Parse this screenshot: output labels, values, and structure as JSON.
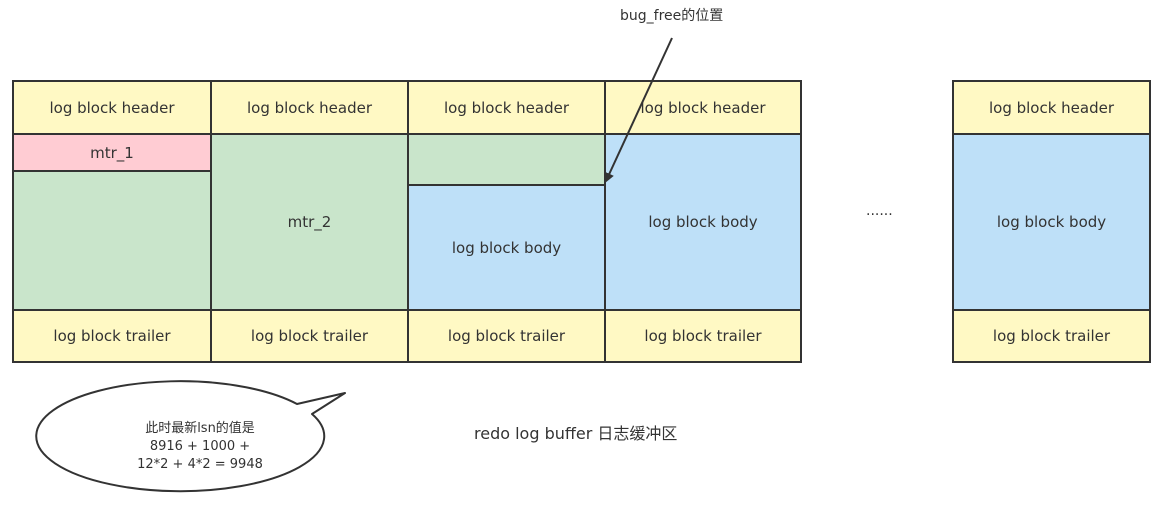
{
  "blocks": {
    "header": "log block header",
    "body": "log block body",
    "trailer": "log block trailer"
  },
  "mtr_1": "mtr_1",
  "mtr_2": "mtr_2",
  "ellipsis": "......",
  "bug_free_label": "bug_free的位置",
  "buffer_label": "redo log buffer 日志缓冲区",
  "bubble": {
    "line1": "此时最新lsn的值是",
    "line2": "8916 + 1000 +",
    "line3": "12*2 + 4*2 = 9948"
  },
  "colors": {
    "header": "#fff9c4",
    "mtr_1": "#ffccd3",
    "mtr_2": "#c9e5cb",
    "body": "#bee0f8",
    "stroke": "#333333"
  }
}
